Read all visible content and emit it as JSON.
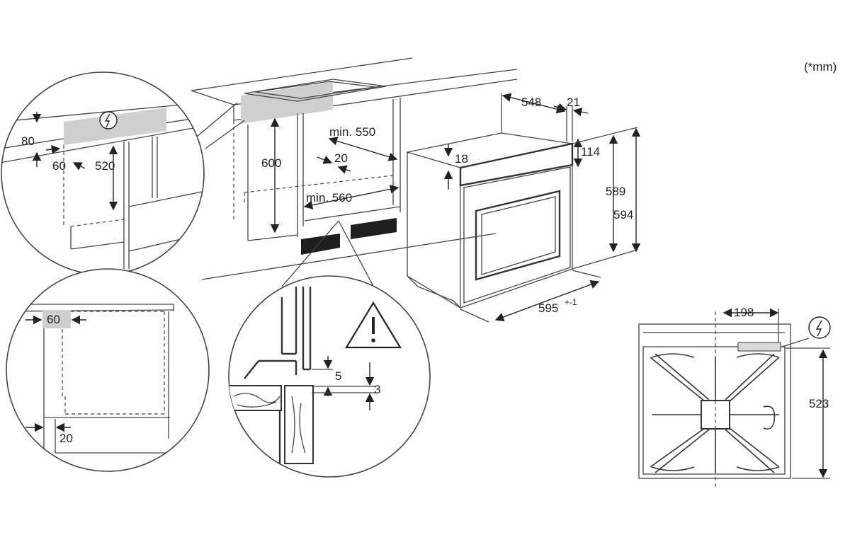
{
  "unit_note": "(*mm)",
  "cabinet": {
    "height": "600",
    "depth_min": "min. 550",
    "rear_gap": "20",
    "width_min": "min. 560"
  },
  "oven": {
    "depth": "548",
    "front_panel": "21",
    "top_offset": "18",
    "control_panel": "114",
    "height_inner": "589",
    "height_outer": "594",
    "width": "595",
    "width_tol": "+-1"
  },
  "detail_top_left": {
    "a": "80",
    "b": "60",
    "c": "520"
  },
  "detail_bottom_left": {
    "a": "60",
    "b": "20"
  },
  "detail_bottom_center": {
    "a": "5",
    "b": "3"
  },
  "hob_top_view": {
    "width": "198",
    "depth": "523"
  },
  "icons": [
    "electric-hazard-icon",
    "warning-triangle-icon"
  ],
  "colors": {
    "shade": "#cfcfcf",
    "line": "#444444",
    "plinth": "#1e1e1e"
  }
}
